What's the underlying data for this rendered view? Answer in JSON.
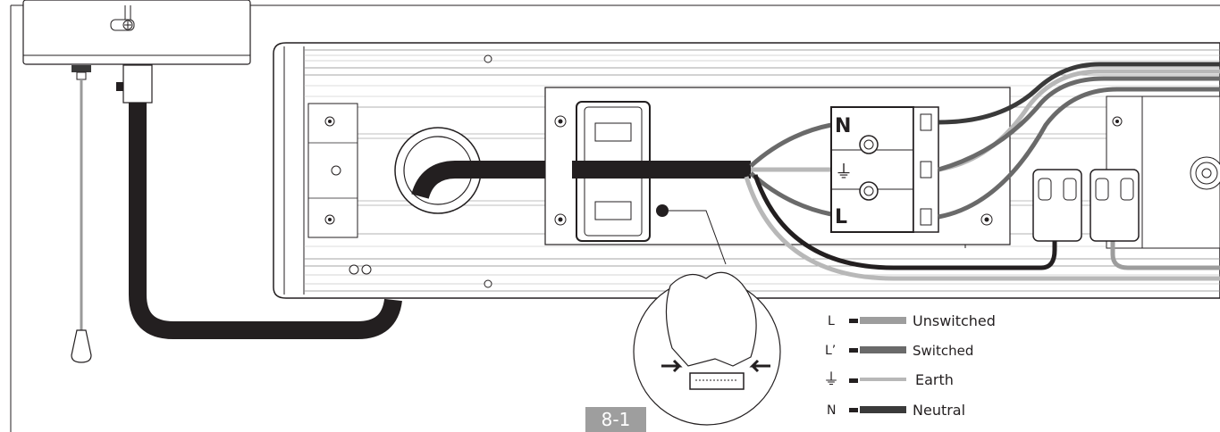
{
  "figure_label": "8-1",
  "terminal_block": {
    "top_mark": "N",
    "middle_mark": "⏚",
    "bottom_mark": "L"
  },
  "legend": [
    {
      "symbol": "L",
      "label": "Unswitched",
      "color": "#9d9d9d"
    },
    {
      "symbol": "L’",
      "label": "Switched",
      "color": "#6a6a6a"
    },
    {
      "symbol": "⏚",
      "label": "Earth",
      "color": "#b8b8b8"
    },
    {
      "symbol": "N",
      "label": "Neutral",
      "color": "#3a3a3a"
    }
  ],
  "colors": {
    "outline": "#231f20",
    "cable": "#231f20",
    "pull_cord": "#9a9a9a",
    "label_bg": "#9e9e9e"
  }
}
